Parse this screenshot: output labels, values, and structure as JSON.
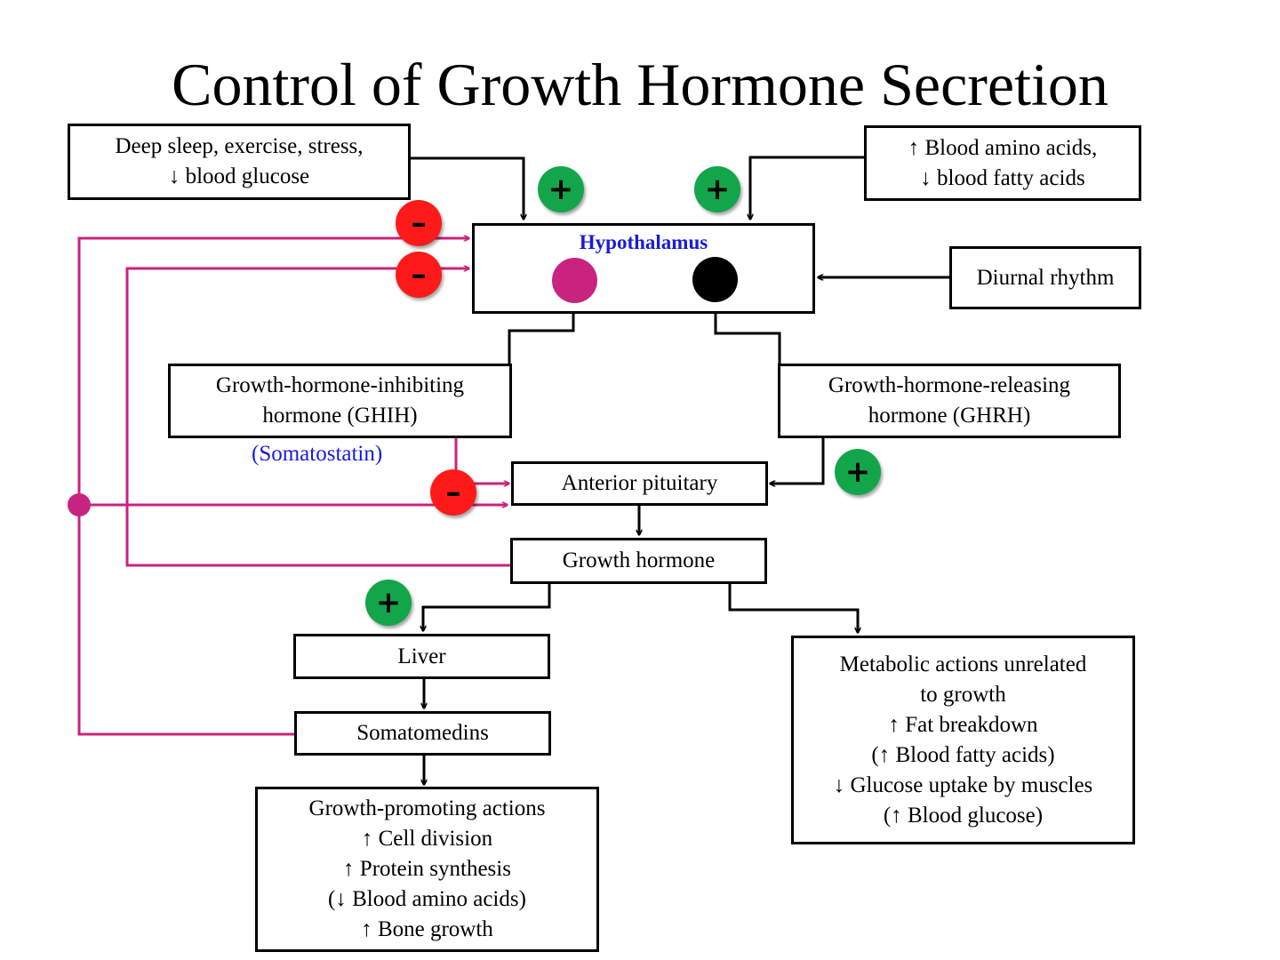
{
  "title": "Control of Growth Hormone Secretion",
  "colors": {
    "feedback_line": "#c8237f",
    "stimulatory": "#13a54a",
    "inhibitory": "#ff1a1a",
    "hypothalamus_label": "#1a1adb",
    "ghih_neuron": "#c8237f",
    "ghrh_neuron": "#000000"
  },
  "boxes": {
    "stimuli": [
      "Deep sleep, exercise, stress,",
      "↓ blood glucose"
    ],
    "blood_factors": [
      "↑ Blood amino acids,",
      "↓ blood fatty acids"
    ],
    "hypothalamus": "Hypothalamus",
    "diurnal": "Diurnal rhythm",
    "ghih": [
      "Growth-hormone-inhibiting",
      "hormone (GHIH)"
    ],
    "somatostatin": "(Somatostatin)",
    "ghrh": [
      "Growth-hormone-releasing",
      "hormone (GHRH)"
    ],
    "anterior_pituitary": "Anterior pituitary",
    "growth_hormone": "Growth hormone",
    "liver": "Liver",
    "somatomedins": "Somatomedins",
    "growth_actions": [
      "Growth-promoting actions",
      "↑ Cell division",
      "↑ Protein synthesis",
      "(↓ Blood amino acids)",
      "↑ Bone growth"
    ],
    "metabolic_actions": [
      "Metabolic actions unrelated",
      "to growth",
      "↑ Fat breakdown",
      "(↑ Blood fatty acids)",
      "↓ Glucose uptake by muscles",
      "(↑ Blood glucose)"
    ]
  },
  "signs": {
    "plus": "+",
    "minus": "–"
  }
}
